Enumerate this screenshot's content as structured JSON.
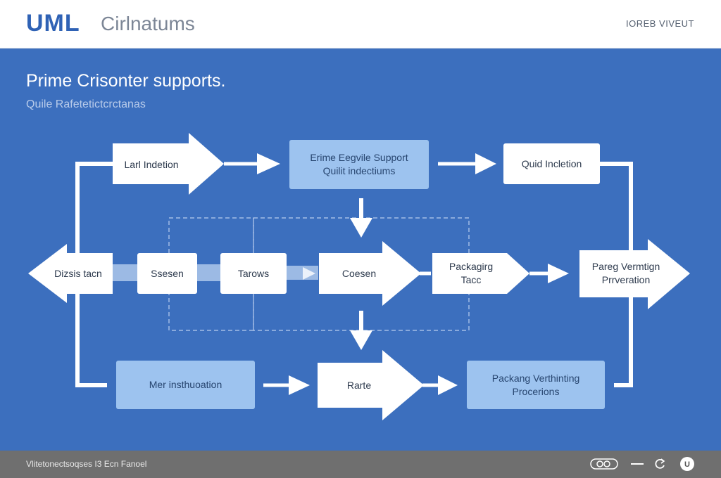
{
  "header": {
    "logo": "UML",
    "title": "Cirlnatums",
    "right_label": "IOREB VIVEUT"
  },
  "main": {
    "title": "Prime Crisonter supports.",
    "subtitle": "Quile Rafetetictcrctanas"
  },
  "nodes": {
    "lart_indetion": "Larl Indetion",
    "prime_line1": "Erime Eegvile Support",
    "prime_line2": "Quilit indectiums",
    "quid_indetion": "Quid Incletion",
    "dizsis_tacn": "Dizsis tacn",
    "ssesen": "Ssesen",
    "tarows": "Tarows",
    "coesen": "Coesen",
    "packaging_line1": "Packagirg",
    "packaging_line2": "Tacc",
    "pareg_line1": "Pareg Vermtign",
    "pareg_line2": "Prrveration",
    "mer_inst": "Mer insthuoation",
    "rarte": "Rarte",
    "packang_line1": "Packang Verthinting",
    "packang_line2": "Procerions"
  },
  "footer": {
    "text": "Vlitetonectsoqses I3 Ecn Fanoel"
  },
  "colors": {
    "background": "#3c6fbe",
    "header": "#ffffff",
    "logo": "#2f62b5",
    "light_box": "#9dc3ef",
    "footer": "#6f6f6f"
  }
}
